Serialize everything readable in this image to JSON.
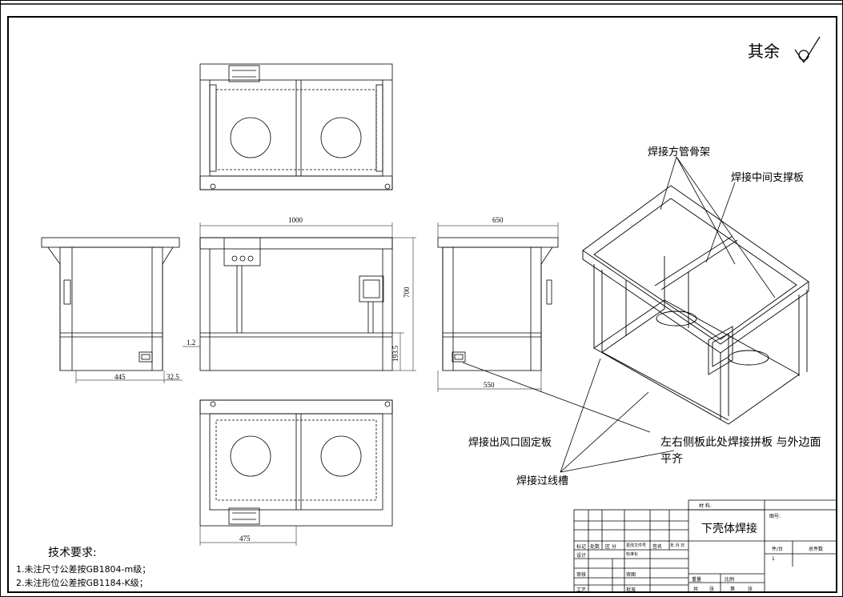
{
  "surface_finish": {
    "label": "其余"
  },
  "dimensions": {
    "front_width": "1000",
    "front_height": "700",
    "front_thk": "1.2",
    "front_base": "193.5",
    "left_base": "445",
    "left_offset": "32.5",
    "right_width": "650",
    "right_base": "550",
    "bottom_base": "475"
  },
  "callouts": {
    "frame": "焊接方管骨架",
    "mid_support": "焊接中间支撑板",
    "outlet_plate": "焊接出风口固定板",
    "side_panel_line1": "左右侧板此处焊接拼板  与外边面",
    "side_panel_line2": "平齐",
    "wire_slot": "焊接过线槽"
  },
  "tech_requirements": {
    "title": "技术要求:",
    "items": [
      "1.未注尺寸公差按GB1804-m级；",
      "2.未注形位公差按GB1184-K级；"
    ]
  },
  "title_block": {
    "material_label": "材 料:",
    "part_name": "下壳体焊接",
    "drawing_no_label": "图号:",
    "col_headers": [
      "标记",
      "处数",
      "区 分",
      "更改文件号",
      "签名",
      "年.月.日"
    ],
    "design_label": "设计",
    "standard_label": "标准化",
    "check_label": "审核",
    "process_label": "工艺",
    "review_label": "审图",
    "approve_label": "批准",
    "weight_label": "重量",
    "scale_label": "比例",
    "units_label": "件/台",
    "total_label": "总件数",
    "units_value": "1",
    "sheets_total_label": "共",
    "sheet_label": "张",
    "sheet_no_label": "第",
    "sheet_label2": "张"
  }
}
